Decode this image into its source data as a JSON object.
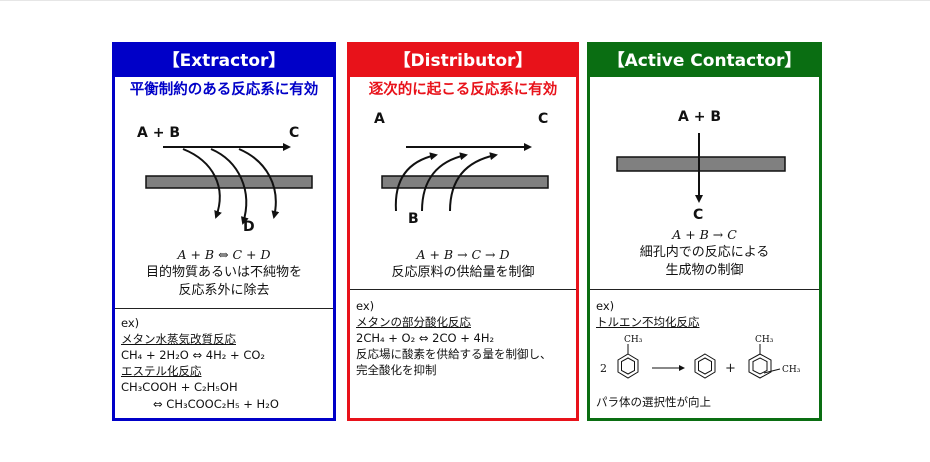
{
  "extractor": {
    "title": "【Extractor】",
    "subtitle": "平衡制約のある反応系に有効",
    "label_reactant": "A + B",
    "label_c": "C",
    "label_d": "D",
    "equation": "A + B ⇔ C + D",
    "desc_line1": "目的物質あるいは不純物を",
    "desc_line2": "反応系外に除去",
    "ex_label": "ex)",
    "ex1_title": "メタン水蒸気改質反応",
    "ex1_formula": "CH₄ + 2H₂O ⇔ 4H₂ + CO₂",
    "ex2_title": "エステル化反応",
    "ex2_formula_line1": "CH₃COOH + C₂H₅OH",
    "ex2_formula_line2": "⇔ CH₃COOC₂H₅ + H₂O"
  },
  "distributor": {
    "title": "【Distributor】",
    "subtitle": "逐次的に起こる反応系に有効",
    "label_a": "A",
    "label_c": "C",
    "label_b": "B",
    "equation": "A + B → C → D",
    "desc": "反応原料の供給量を制御",
    "ex_label": "ex)",
    "ex1_title": "メタンの部分酸化反応",
    "ex1_formula": "2CH₄ + O₂ ⇔ 2CO + 4H₂",
    "ex1_note_line1": "反応場に酸素を供給する量を制御し、",
    "ex1_note_line2": "完全酸化を抑制"
  },
  "active_contactor": {
    "title": "【Active Contactor】",
    "label_reactant": "A + B",
    "label_c": "C",
    "equation": "A + B → C",
    "desc_line1": "細孔内での反応による",
    "desc_line2": "生成物の制御",
    "ex_label": "ex)",
    "ex1_title": "トルエン不均化反応",
    "scheme_coef": "2",
    "scheme_ch3_a": "CH₃",
    "scheme_plus": "+",
    "scheme_ch3_b": "CH₃",
    "scheme_ch3_c": "CH₃",
    "ex1_note": "パラ体の選択性が向上"
  },
  "colors": {
    "extractor": "#0000c8",
    "distributor": "#e8121a",
    "active_contactor": "#0a6e12",
    "membrane": "#808080"
  }
}
